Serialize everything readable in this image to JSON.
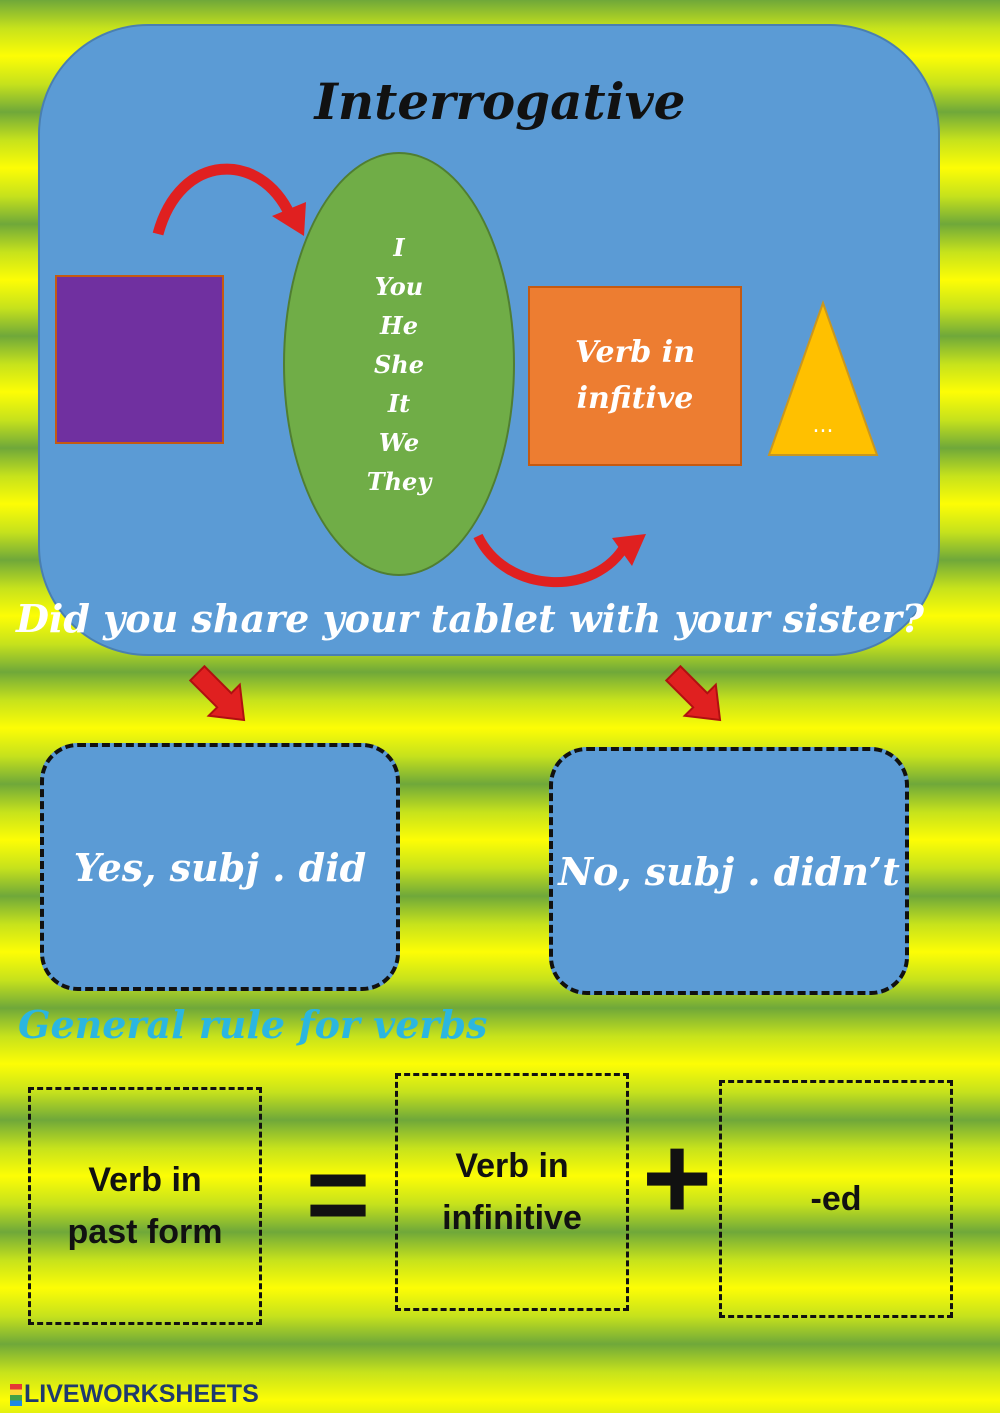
{
  "header": {
    "title": "Interrogative"
  },
  "diagram": {
    "subjects": [
      "I",
      "You",
      "He",
      "She",
      "It",
      "We",
      "They"
    ],
    "verb_box": "Verb in infitive",
    "triangle_text": "...",
    "example_question": "Did you share your tablet with your sister?"
  },
  "answers": {
    "yes": "Yes, subj . did",
    "no": "No, subj . didn’t"
  },
  "rule": {
    "title": "General rule for verbs",
    "past_form": "Verb in past form",
    "equals": "=",
    "infinitive": "Verb in infinitive",
    "plus": "+",
    "suffix": "-ed"
  },
  "footer": {
    "watermark": "LIVEWORKSHEETS"
  },
  "colors": {
    "panel": "#5b9bd5",
    "purple": "#7030a0",
    "green": "#70ad47",
    "orange": "#ed7d31",
    "gold": "#ffc000",
    "arrow_red": "#e02020",
    "rule_title": "#2bb6e0"
  }
}
